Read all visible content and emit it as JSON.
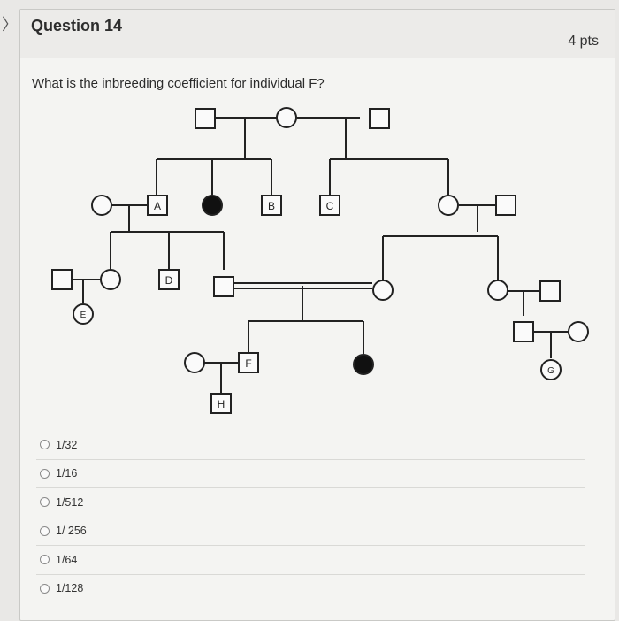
{
  "question": {
    "title": "Question 14",
    "points": "4 pts",
    "text": "What is the inbreeding coefficient for individual F?"
  },
  "pedigree": {
    "labels": {
      "A": "A",
      "B": "B",
      "C": "C",
      "D": "D",
      "E": "E",
      "F": "F",
      "G": "G",
      "H": "H"
    }
  },
  "answers": [
    {
      "label": "1/32"
    },
    {
      "label": "1/16"
    },
    {
      "label": "1/512"
    },
    {
      "label": "1/ 256"
    },
    {
      "label": "1/64"
    },
    {
      "label": "1/128"
    }
  ]
}
